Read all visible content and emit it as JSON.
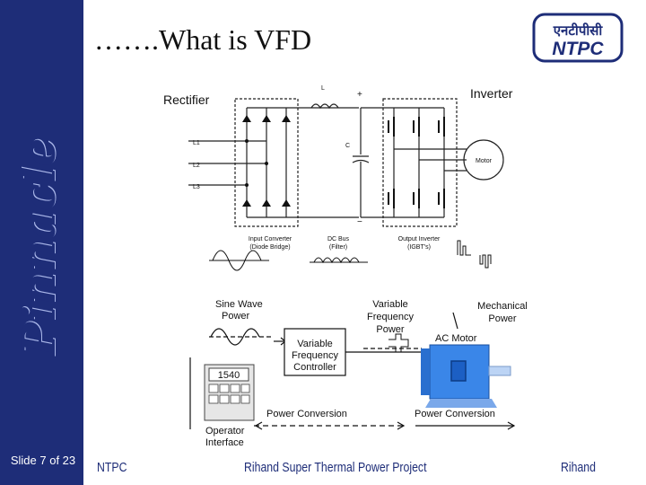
{
  "sidebar": {
    "brand": "Pinnacle",
    "slide_number": "Slide 7 of 23"
  },
  "header": {
    "title": "…….What is VFD"
  },
  "logo": {
    "hindi_text": "एनटीपीसी",
    "text": "NTPC"
  },
  "labels": {
    "rectifier": "Rectifier",
    "inverter": "Inverter"
  },
  "circuit": {
    "inductor": "L",
    "capacitor": "C",
    "plus": "+",
    "minus": "−",
    "lines": [
      "L1",
      "L2",
      "L3"
    ],
    "motor": "Motor",
    "input_converter": [
      "Input Converter",
      "(Diode Bridge)"
    ],
    "dc_bus": [
      "DC Bus",
      "(Filter)"
    ],
    "output_inverter": [
      "Output Inverter",
      "(IGBT's)"
    ]
  },
  "block": {
    "sine_wave_power": [
      "Sine Wave",
      "Power"
    ],
    "variable_frequency_power": [
      "Variable",
      "Frequency",
      "Power"
    ],
    "mechanical_power": [
      "Mechanical",
      "Power"
    ],
    "vfc": [
      "Variable",
      "Frequency",
      "Controller"
    ],
    "ac_motor": "AC Motor",
    "display_value": "1540",
    "power_conversion_1": "Power Conversion",
    "power_conversion_2": "Power Conversion",
    "operator_interface": [
      "Operator",
      "Interface"
    ]
  },
  "footer": {
    "left": "NTPC",
    "center": "Rihand Super Thermal Power Project",
    "right": "Rihand"
  },
  "colors": {
    "sidebar": "#1e2d78",
    "logo_blue": "#1e2d78",
    "motor_blue": "#3a86e8"
  }
}
